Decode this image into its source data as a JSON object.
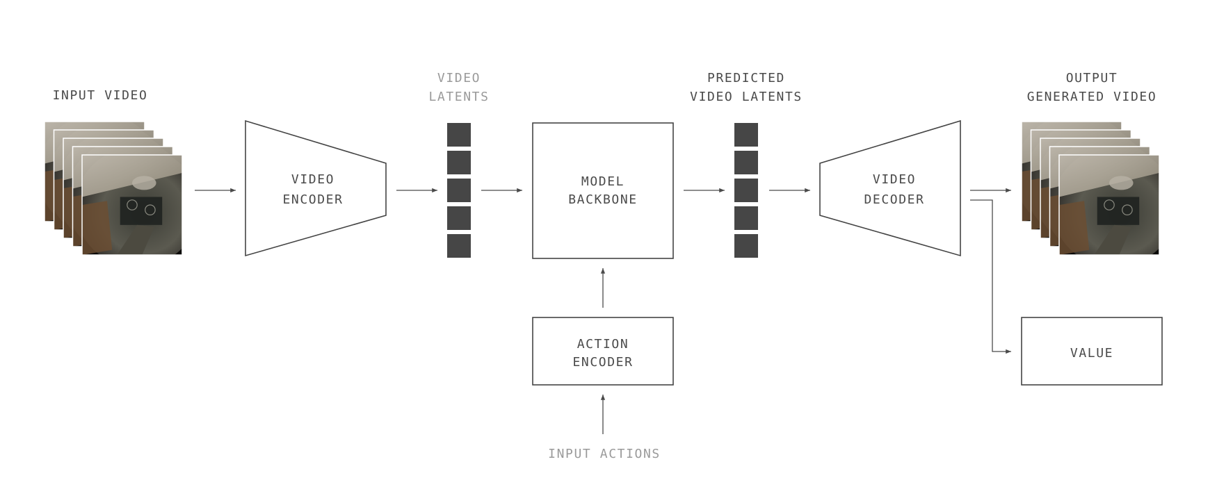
{
  "labels": {
    "input_video": "INPUT VIDEO",
    "video_latents_line1": "VIDEO",
    "video_latents_line2": "LATENTS",
    "predicted_line1": "PREDICTED",
    "predicted_line2": "VIDEO LATENTS",
    "output_line1": "OUTPUT",
    "output_line2": "GENERATED VIDEO",
    "input_actions": "INPUT ACTIONS"
  },
  "blocks": {
    "video_encoder": [
      "VIDEO",
      "ENCODER"
    ],
    "model_backbone": [
      "MODEL",
      "BACKBONE"
    ],
    "video_decoder": [
      "VIDEO",
      "DECODER"
    ],
    "action_encoder": [
      "ACTION",
      "ENCODER"
    ],
    "value": "VALUE"
  },
  "latent_count": 5,
  "frame_count": 5,
  "colors": {
    "stroke": "#444444",
    "text_dark": "#4a4a4a",
    "text_muted": "#9a9a9a",
    "latent_fill": "#464646"
  }
}
